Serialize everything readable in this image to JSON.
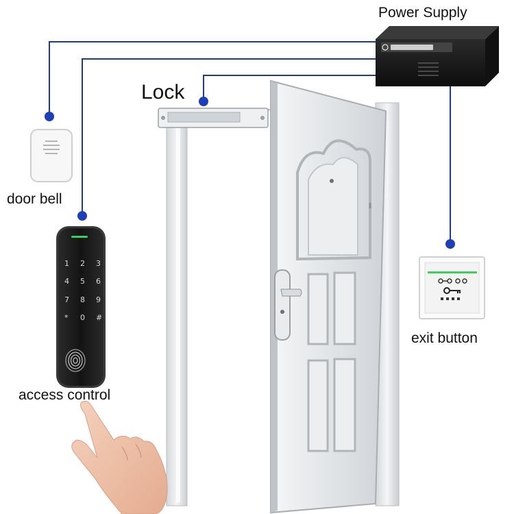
{
  "labels": {
    "power_supply": "Power Supply",
    "lock": "Lock",
    "door_bell": "door bell",
    "exit_button": "exit button",
    "access_control": "access control"
  },
  "colors": {
    "wire": "#1f3a93",
    "node": "#1f3fb8",
    "door": "#e6e8ea",
    "power_supply_box": "#1b1b1b",
    "keypad_body": "#1a1a1a",
    "indicator_green": "#3ecf5a"
  },
  "icons": {
    "fingerprint": "fingerprint-icon",
    "key": "key-icon",
    "speaker_grille": "speaker-grille-icon"
  },
  "keypad": {
    "keys": [
      "1",
      "2",
      "3",
      "4",
      "5",
      "6",
      "7",
      "8",
      "9",
      "*",
      "0",
      "#"
    ]
  }
}
